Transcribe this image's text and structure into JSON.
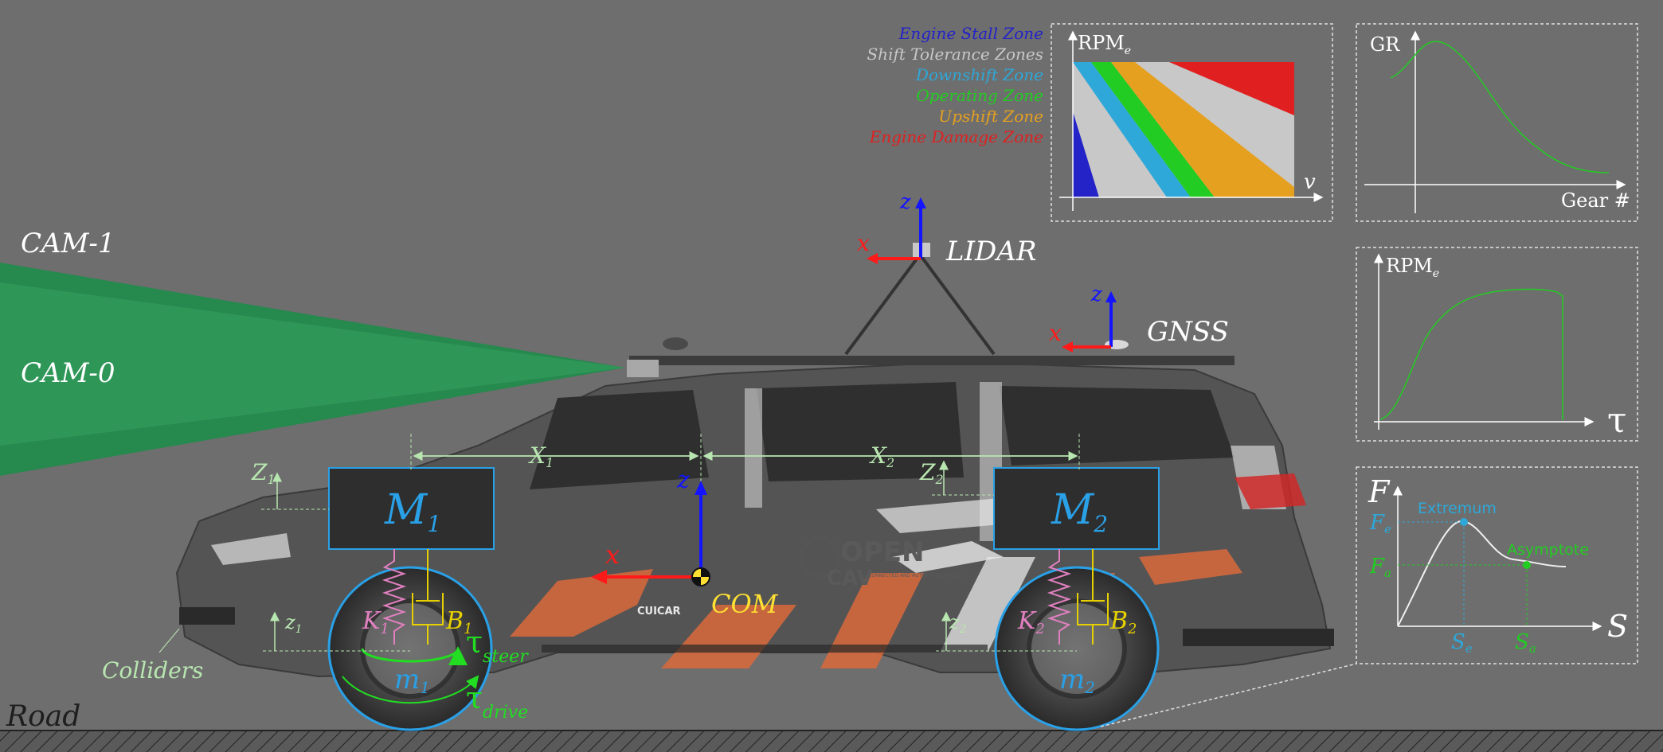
{
  "labels": {
    "cam1": "CAM-1",
    "cam0": "CAM-0",
    "lidar": "LIDAR",
    "gnss": "GNSS",
    "road": "Road",
    "colliders": "Colliders",
    "com": "COM",
    "x": "x",
    "z": "z",
    "mass1": "M",
    "mass1_sub": "1",
    "mass2": "M",
    "mass2_sub": "2",
    "x1": "X",
    "x1_sub": "1",
    "x2": "X",
    "x2_sub": "2",
    "z1": "Z",
    "z1_sub": "1",
    "z2": "Z",
    "z2_sub": "2",
    "z1_small": "z",
    "z2_small": "z",
    "k1": "K",
    "k1_sub": "1",
    "k2": "K",
    "k2_sub": "2",
    "b1": "B",
    "b1_sub": "1",
    "b2": "B",
    "b2_sub": "2",
    "m1": "m",
    "m1_sub": "1",
    "m2": "m",
    "m2_sub": "2",
    "tau": "τ",
    "steer": "steer",
    "drive": "drive"
  },
  "brand": {
    "open": "OPEN",
    "cav": "CAV",
    "cav_sub": "CONNECTED AND AUTOMATED VEHICLE",
    "cuicar": "CUICAR"
  },
  "legend": [
    {
      "label": "Engine Stall Zone",
      "color": "#2323c8"
    },
    {
      "label": "Shift Tolerance Zones",
      "color": "#c8c8c8"
    },
    {
      "label": "Downshift Zone",
      "color": "#2ea8d8"
    },
    {
      "label": "Operating Zone",
      "color": "#22cc22"
    },
    {
      "label": "Upshift Zone",
      "color": "#e6a020"
    },
    {
      "label": "Engine Damage Zone",
      "color": "#e02020"
    }
  ],
  "charts": {
    "shift": {
      "ylabel": "RPM",
      "ylabel_sub": "e",
      "xlabel": "v"
    },
    "gear": {
      "ylabel": "GR",
      "xlabel": "Gear #"
    },
    "torque": {
      "ylabel": "RPM",
      "ylabel_sub": "e",
      "xlabel": "τ"
    },
    "tire": {
      "ylabel": "F",
      "xlabel": "S",
      "fe": "F",
      "fe_sub": "e",
      "fa": "F",
      "fa_sub": "a",
      "se": "S",
      "se_sub": "e",
      "sa": "S",
      "sa_sub": "a",
      "extremum": "Extremum",
      "asymptote": "Asymptote"
    }
  },
  "colors": {
    "background": "#6e6e6e",
    "camera_fov": "#1e8c4a",
    "axis_x": "#ff1a1a",
    "axis_z": "#1414ff",
    "com_label": "#ffe033",
    "mass_label": "#2aa0e6",
    "spring": "#e080c0",
    "damper": "#e6d000",
    "torque": "#22dd22",
    "dimension": "#b8e6b0"
  }
}
